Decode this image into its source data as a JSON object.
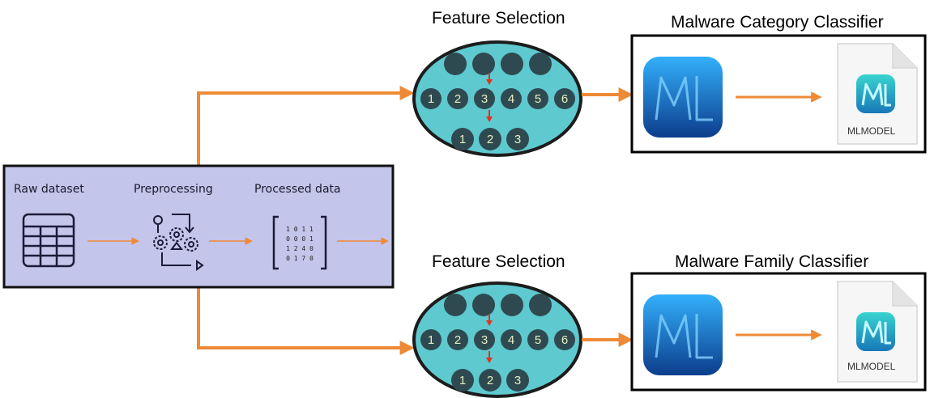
{
  "preprocessing_panel": {
    "raw_dataset_label": "Raw dataset",
    "preprocessing_label": "Preprocessing",
    "processed_data_label": "Processed data",
    "matrix_rows": [
      "1 0 1 1",
      "0 0 0 1",
      "1 2 4 0",
      "0 1 7 0"
    ]
  },
  "top_branch": {
    "feature_selection_title": "Feature Selection",
    "classifier_title": "Malware Category Classifier",
    "mlmodel_label": "MLMODEL",
    "feature_numbers": [
      "1",
      "2",
      "3",
      "4",
      "5",
      "6"
    ],
    "selected_numbers": [
      "1",
      "2",
      "3"
    ]
  },
  "bottom_branch": {
    "feature_selection_title": "Feature Selection",
    "classifier_title": "Malware Family Classifier",
    "mlmodel_label": "MLMODEL",
    "feature_numbers": [
      "1",
      "2",
      "3",
      "4",
      "5",
      "6"
    ],
    "selected_numbers": [
      "1",
      "2",
      "3"
    ]
  },
  "icons": {
    "table": "table-icon",
    "gears": "gears-icon",
    "ml_app": "ml-app-icon",
    "mlmodel_file": "mlmodel-file-icon"
  },
  "colors": {
    "arrow": "#ee8a35",
    "panel_fill": "#c4c5ea",
    "ellipse_fill": "#5ec9cf",
    "ellipse_border": "#1c1c1c",
    "node_fill": "#2e4a50",
    "feature_arrow": "#e0331d",
    "ml_gradient_top": "#32aefa",
    "ml_gradient_bottom": "#0d3f8f"
  }
}
